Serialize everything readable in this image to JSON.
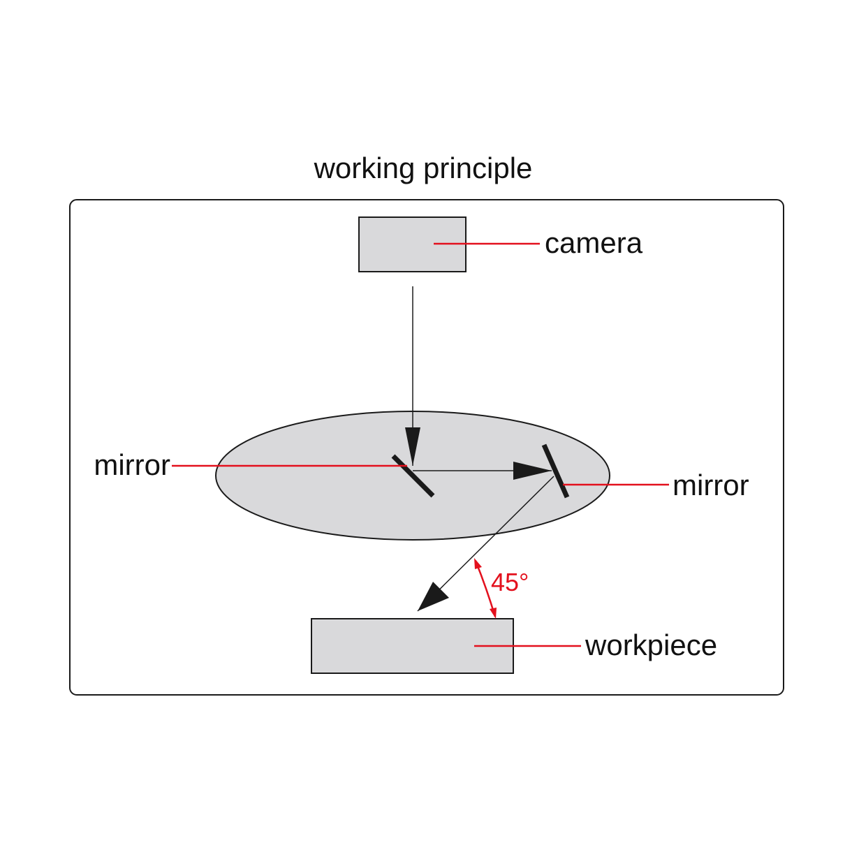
{
  "title": "working principle",
  "labels": {
    "camera": "camera",
    "mirror_left": "mirror",
    "mirror_right": "mirror",
    "workpiece": "workpiece",
    "angle": "45°"
  },
  "colors": {
    "leader": "#e3101d",
    "angle": "#e3101d",
    "component_fill": "#d9d9db",
    "stroke": "#1a1a1a",
    "background": "#ffffff"
  }
}
